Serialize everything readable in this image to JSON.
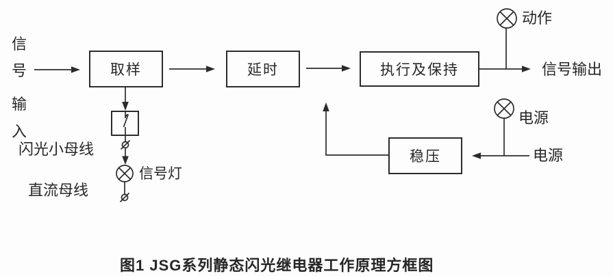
{
  "colors": {
    "line": "#2b2b2b",
    "text": "#262626",
    "background": "#fdfdfd"
  },
  "diagram": {
    "blocks": {
      "sampling": {
        "label": "取样"
      },
      "delay": {
        "label": "延时"
      },
      "execute_hold": {
        "label": "执行及保持"
      },
      "voltage_regulator": {
        "label": "稳压"
      }
    },
    "labels": {
      "signal_input_chars": [
        "信",
        "号",
        "输",
        "入"
      ],
      "flash_small_bus": "闪光小母线",
      "dc_bus": "直流母线",
      "signal_lamp": "信号灯",
      "action_lamp": "动作",
      "signal_output": "信号输出",
      "power_lamp": "电源",
      "power_source": "电源"
    },
    "icons": {
      "lamp": "circle-with-cross-lamp-icon",
      "contact": "switch-contact-icon",
      "terminal": "slashed-terminal-icon"
    },
    "caption": "图1 JSG系列静态闪光继电器工作原理方框图"
  }
}
